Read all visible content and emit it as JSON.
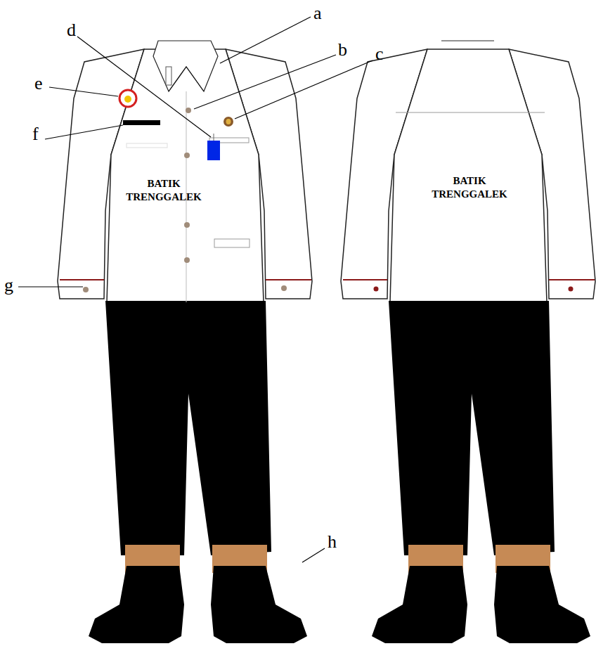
{
  "diagram": {
    "labels": [
      "a",
      "b",
      "c",
      "d",
      "e",
      "f",
      "g",
      "h",
      "BATIK TRENGGALEK",
      "BATIK TRENGGALEK"
    ]
  }
}
